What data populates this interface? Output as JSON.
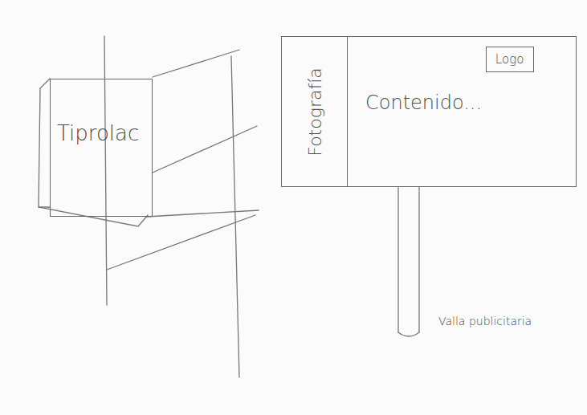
{
  "diagram": {
    "nodes": [
      {
        "text": [
          "Tiprolac"
        ]
      },
      {
        "text": [
          "Contenido..."
        ]
      },
      {
        "text": [
          "Fotografía"
        ],
        "in": 1
      },
      {
        "text": [
          "Logo"
        ],
        "in": 1
      }
    ],
    "labels": [
      "Valla publicitaria"
    ]
  }
}
